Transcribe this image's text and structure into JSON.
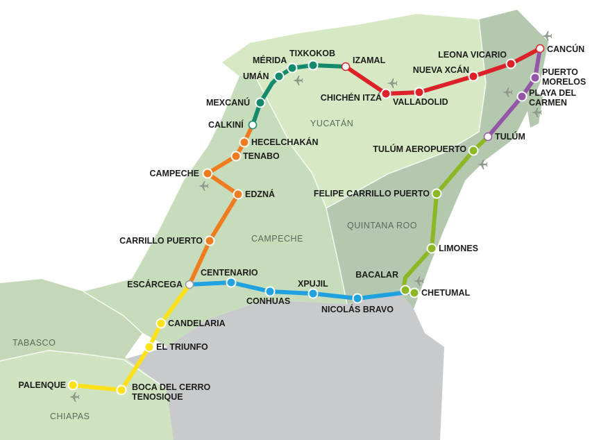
{
  "regions": [
    {
      "id": "yucatan",
      "name": "YUCATÁN"
    },
    {
      "id": "campeche",
      "name": "CAMPECHE"
    },
    {
      "id": "quintana-roo",
      "name": "QUINTANA ROO"
    },
    {
      "id": "tabasco",
      "name": "TABASCO"
    },
    {
      "id": "chiapas",
      "name": "CHIAPAS"
    }
  ],
  "lines": [
    {
      "id": "yellow",
      "color": "#ffe11a",
      "stations": [
        "palenque",
        "boca",
        "triunfo",
        "candelaria",
        "escarcega"
      ]
    },
    {
      "id": "orange",
      "color": "#ef7d1f",
      "stations": [
        "escarcega",
        "carrillo",
        "edzna",
        "campeche",
        "tenabo",
        "hecel",
        "calkini"
      ]
    },
    {
      "id": "green",
      "color": "#138a6b",
      "stations": [
        "calkini",
        "mexcanu",
        "uman",
        "merida",
        "tixkokob",
        "izamal"
      ]
    },
    {
      "id": "red",
      "color": "#dc2128",
      "stations": [
        "izamal",
        "chichen",
        "valladolid",
        "nuevaxcan",
        "leona",
        "cancun"
      ]
    },
    {
      "id": "purple",
      "color": "#9456a7",
      "stations": [
        "cancun",
        "pmorelos",
        "playa",
        "tulum"
      ]
    },
    {
      "id": "lime",
      "color": "#8cb826",
      "stations": [
        "tulum",
        "tulumaero",
        "felipe",
        "limones",
        "bacalar",
        "chetumal"
      ]
    },
    {
      "id": "blue",
      "color": "#1fa2df",
      "stations": [
        "escarcega",
        "centenario",
        "conhuas",
        "xpujil",
        "nicolas",
        "chetumal"
      ]
    }
  ],
  "stations": [
    {
      "id": "cancun",
      "label": [
        "CANCÚN"
      ],
      "fill": "#ffffff",
      "ring": "#dc2128"
    },
    {
      "id": "leona",
      "label": [
        "LEONA VICARIO"
      ],
      "fill": "#dc2128",
      "ring": "#ffffff"
    },
    {
      "id": "nuevaxcan",
      "label": [
        "NUEVA XCÁN"
      ],
      "fill": "#dc2128",
      "ring": "#ffffff"
    },
    {
      "id": "valladolid",
      "label": [
        "VALLADOLID"
      ],
      "fill": "#dc2128",
      "ring": "#ffffff"
    },
    {
      "id": "chichen",
      "label": [
        "CHICHÉN ITZÁ"
      ],
      "fill": "#dc2128",
      "ring": "#ffffff"
    },
    {
      "id": "izamal",
      "label": [
        "IZAMAL"
      ],
      "fill": "#ffffff",
      "ring": "#dc2128"
    },
    {
      "id": "tixkokob",
      "label": [
        "TIXKOKOB"
      ],
      "fill": "#138a6b",
      "ring": "#ffffff"
    },
    {
      "id": "merida",
      "label": [
        "MÉRIDA"
      ],
      "fill": "#138a6b",
      "ring": "#ffffff"
    },
    {
      "id": "uman",
      "label": [
        "UMÁN"
      ],
      "fill": "#138a6b",
      "ring": "#ffffff"
    },
    {
      "id": "mexcanu",
      "label": [
        "MEXCANÚ"
      ],
      "fill": "#138a6b",
      "ring": "#ffffff"
    },
    {
      "id": "calkini",
      "label": [
        "CALKINÍ"
      ],
      "fill": "#ffffff",
      "ring": "#138a6b"
    },
    {
      "id": "hecel",
      "label": [
        "HECELCHAKÁN"
      ],
      "fill": "#ef7d1f",
      "ring": "#ffffff"
    },
    {
      "id": "tenabo",
      "label": [
        "TENABO"
      ],
      "fill": "#ef7d1f",
      "ring": "#ffffff"
    },
    {
      "id": "campeche",
      "label": [
        "CAMPECHE"
      ],
      "fill": "#ef7d1f",
      "ring": "#ffffff"
    },
    {
      "id": "edzna",
      "label": [
        "EDZNÁ"
      ],
      "fill": "#ef7d1f",
      "ring": "#ffffff"
    },
    {
      "id": "carrillo",
      "label": [
        "CARRILLO PUERTO"
      ],
      "fill": "#ef7d1f",
      "ring": "#ffffff"
    },
    {
      "id": "escarcega",
      "label": [
        "ESCÁRCEGA"
      ],
      "fill": "#ffffff",
      "ring": "#999999"
    },
    {
      "id": "centenario",
      "label": [
        "CENTENARIO"
      ],
      "fill": "#1fa2df",
      "ring": "#ffffff"
    },
    {
      "id": "conhuas",
      "label": [
        "CONHUAS"
      ],
      "fill": "#1fa2df",
      "ring": "#ffffff"
    },
    {
      "id": "xpujil",
      "label": [
        "XPUJIL"
      ],
      "fill": "#1fa2df",
      "ring": "#ffffff"
    },
    {
      "id": "nicolas",
      "label": [
        "NICOLÁS BRAVO"
      ],
      "fill": "#1fa2df",
      "ring": "#ffffff"
    },
    {
      "id": "chetumal",
      "label": [
        "CHETUMAL"
      ],
      "fill": "#8cb826",
      "ring": "#ffffff"
    },
    {
      "id": "bacalar",
      "label": [
        "BACALAR"
      ],
      "fill": "#8cb826",
      "ring": "#ffffff"
    },
    {
      "id": "limones",
      "label": [
        "LIMONES"
      ],
      "fill": "#8cb826",
      "ring": "#ffffff"
    },
    {
      "id": "felipe",
      "label": [
        "FELIPE CARRILLO PUERTO"
      ],
      "fill": "#8cb826",
      "ring": "#ffffff"
    },
    {
      "id": "tulumaero",
      "label": [
        "TULÚM AEROPUERTO"
      ],
      "fill": "#8cb826",
      "ring": "#ffffff"
    },
    {
      "id": "tulum",
      "label": [
        "TULÚM"
      ],
      "fill": "#ffffff",
      "ring": "#9456a7"
    },
    {
      "id": "playa",
      "label": [
        "PLAYA DEL",
        "CARMEN"
      ],
      "fill": "#9456a7",
      "ring": "#ffffff"
    },
    {
      "id": "pmorelos",
      "label": [
        "PUERTO",
        "MORELOS"
      ],
      "fill": "#9456a7",
      "ring": "#ffffff"
    },
    {
      "id": "candelaria",
      "label": [
        "CANDELARIA"
      ],
      "fill": "#ffe11a",
      "ring": "#ffffff"
    },
    {
      "id": "triunfo",
      "label": [
        "EL TRIUNFO"
      ],
      "fill": "#ffe11a",
      "ring": "#ffffff"
    },
    {
      "id": "boca",
      "label": [
        "BOCA DEL CERRO",
        "TENOSIQUE"
      ],
      "fill": "#ffe11a",
      "ring": "#ffffff"
    },
    {
      "id": "palenque",
      "label": [
        "PALENQUE"
      ],
      "fill": "#ffe11a",
      "ring": "#ffffff"
    }
  ],
  "airports": [
    "cancun",
    "playa",
    "cozumel",
    "merida",
    "chichen",
    "campeche",
    "tulum",
    "chetumal",
    "palenque"
  ],
  "colors": {
    "yucatan": "#d6e8c4",
    "campeche": "#c7dcbb",
    "quintana_roo": "#b3c8ae",
    "tabasco": "#c4d7b6",
    "chiapas": "#cfe3c0",
    "guatemala": "#c9cacb",
    "border": "#ffffff",
    "label": "#1d1d1b"
  },
  "icon": "airplane-icon"
}
